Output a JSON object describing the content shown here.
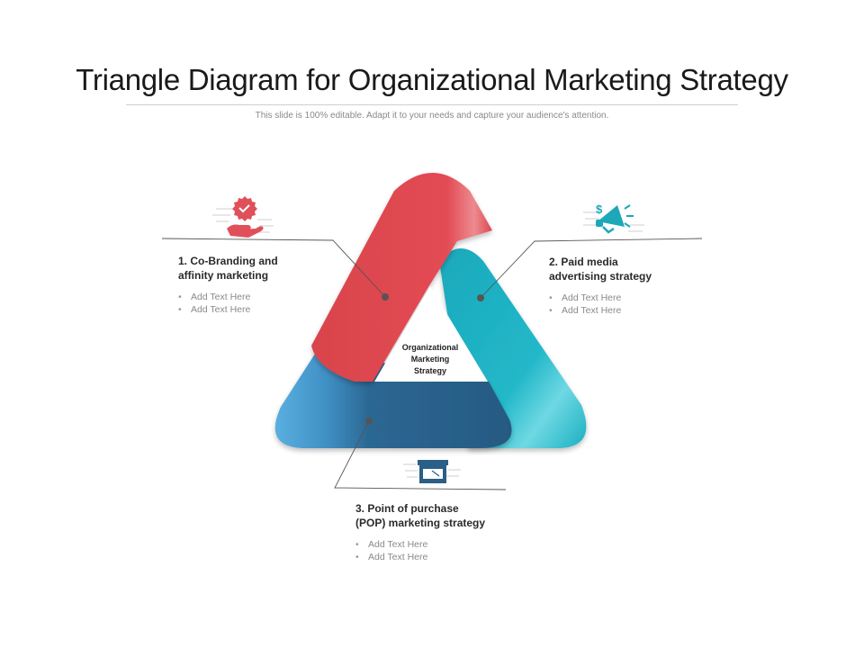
{
  "title": "Triangle Diagram for Organizational Marketing Strategy",
  "subtitle": "This slide is 100% editable. Adapt it to your needs and capture your audience's attention.",
  "center_label": "Organizational\nMarketing\nStrategy",
  "colors": {
    "red": "#E04A52",
    "teal": "#1FB3C4",
    "navy": "#2A5F87",
    "light_blue": "#55A9DC",
    "icon_red": "#E0505A",
    "icon_teal": "#1CA8B8",
    "icon_navy": "#2A5F87"
  },
  "items": [
    {
      "heading": "1. Co-Branding and\naffinity marketing",
      "bullets": [
        "Add Text Here",
        "Add Text Here"
      ],
      "icon": "hand-badge-icon"
    },
    {
      "heading": "2. Paid media\n advertising strategy",
      "bullets": [
        "Add Text Here",
        "Add Text Here"
      ],
      "icon": "megaphone-dollar-icon"
    },
    {
      "heading": "3. Point of purchase\n(POP) marketing strategy",
      "bullets": [
        "Add Text Here",
        "Add Text Here"
      ],
      "icon": "storefront-icon"
    }
  ]
}
